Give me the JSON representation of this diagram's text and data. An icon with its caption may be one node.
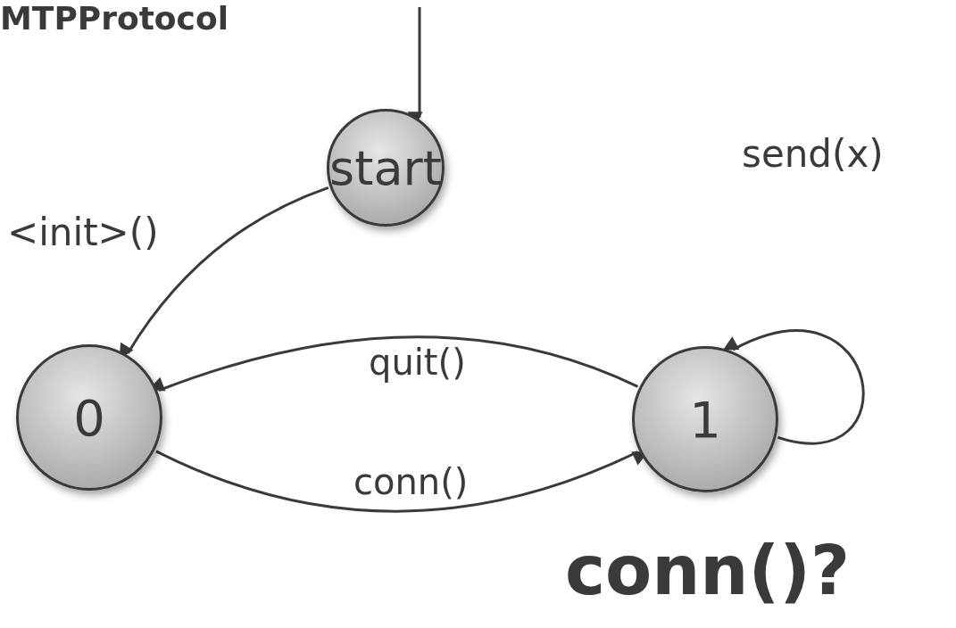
{
  "diagram": {
    "title": "MTPProtocol",
    "nodes": [
      {
        "text": [
          "start"
        ]
      },
      {
        "text": [
          "0"
        ]
      },
      {
        "text": [
          "1"
        ]
      }
    ],
    "edges": [
      {
        "from": null,
        "to": 0,
        "arrow": "to"
      },
      {
        "from": 0,
        "to": 1,
        "label": "<init>()",
        "arrow": "to"
      },
      {
        "from": 2,
        "to": 1,
        "label": "quit()",
        "arrow": "to"
      },
      {
        "from": 1,
        "to": 2,
        "label": "conn()",
        "arrow": "to"
      },
      {
        "from": 2,
        "to": 2,
        "label": "send(x)",
        "arrow": "to"
      }
    ],
    "labels": [
      "conn()?"
    ]
  }
}
